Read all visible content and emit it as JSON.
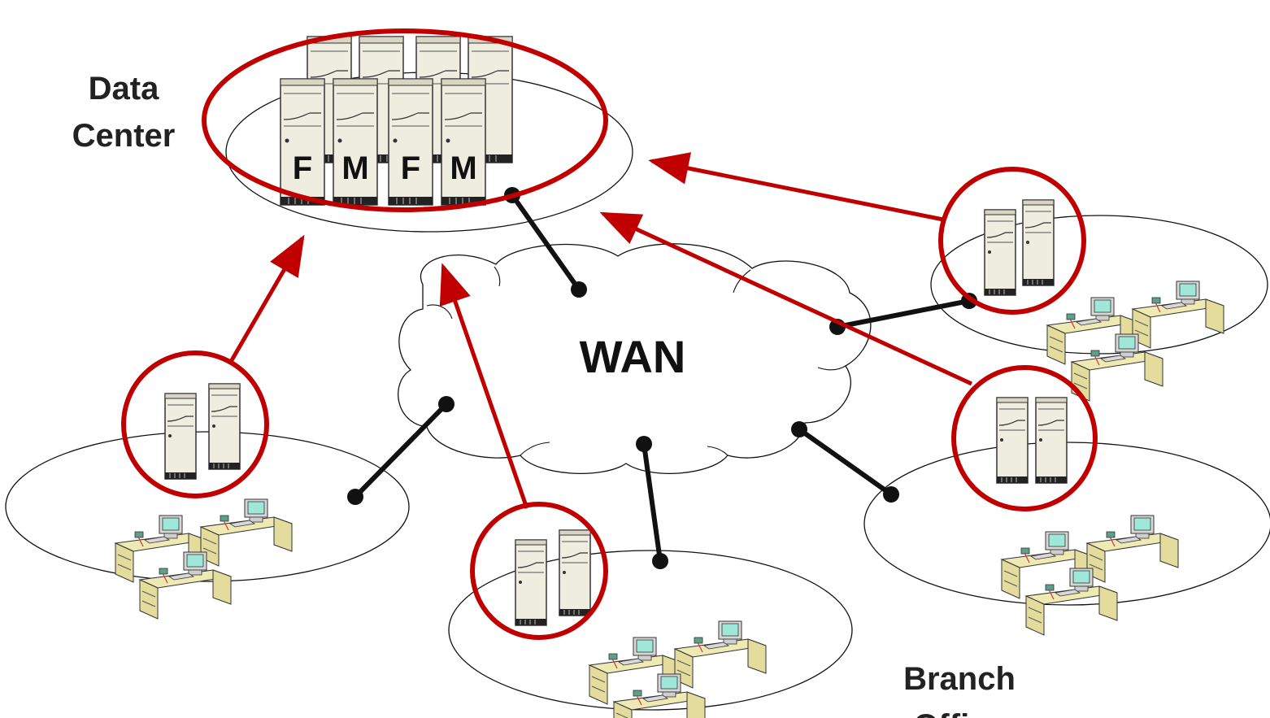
{
  "labels": {
    "data_center_line1": "Data",
    "data_center_line2": "Center",
    "wan": "WAN",
    "branch_line1": "Branch",
    "branch_line2": "Office"
  },
  "data_center_servers": [
    "F",
    "M",
    "F",
    "M"
  ],
  "colors": {
    "highlight": "#c00000",
    "link": "#111111",
    "server_fill": "#efece0",
    "desk_fill": "#efe9b4",
    "monitor_fill": "#9fe7d8"
  },
  "icons": [
    "server-icon",
    "workstation-icon",
    "cloud-icon"
  ]
}
